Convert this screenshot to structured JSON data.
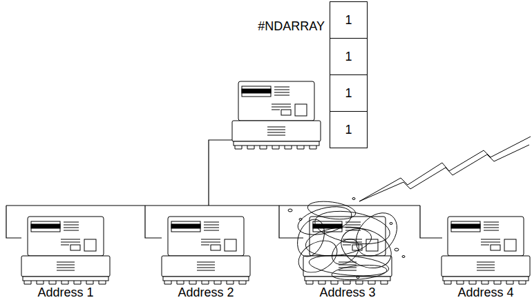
{
  "diagram": {
    "nodes": [
      {
        "text": [
          "1"
        ]
      },
      {
        "text": [
          "1"
        ]
      },
      {
        "text": [
          "1"
        ]
      },
      {
        "text": [
          "1"
        ]
      },
      {
        "text": [
          "Address 1"
        ]
      },
      {
        "text": [
          "Address 2"
        ]
      },
      {
        "text": [
          "Address 3"
        ]
      },
      {
        "text": [
          "Address 4"
        ]
      }
    ],
    "labels": [
      "#NDARRAY"
    ]
  }
}
